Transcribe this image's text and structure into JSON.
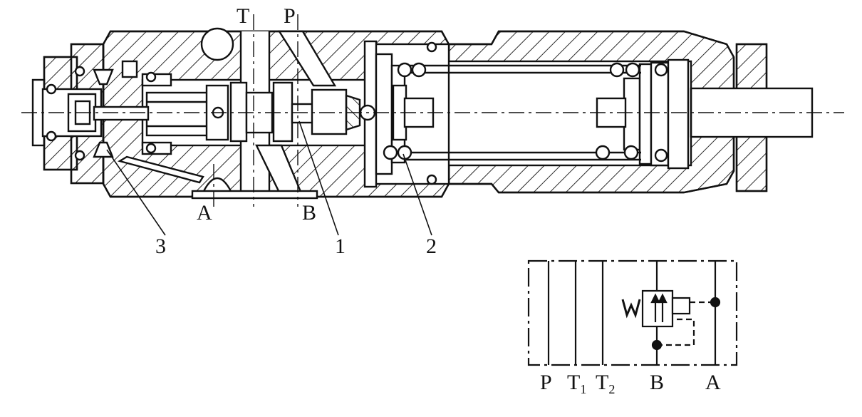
{
  "section_view": {
    "port_labels": {
      "t": "T",
      "p": "P",
      "a": "A",
      "b": "B"
    },
    "callouts": {
      "c1": "1",
      "c2": "2",
      "c3": "3"
    }
  },
  "symbol": {
    "ports": [
      {
        "main": "P",
        "sub": ""
      },
      {
        "main": "T",
        "sub": "1"
      },
      {
        "main": "T",
        "sub": "2"
      },
      {
        "main": "B",
        "sub": ""
      },
      {
        "main": "A",
        "sub": ""
      }
    ],
    "spring_mark": "W"
  },
  "colors": {
    "ink": "#111111",
    "paper": "#ffffff"
  }
}
